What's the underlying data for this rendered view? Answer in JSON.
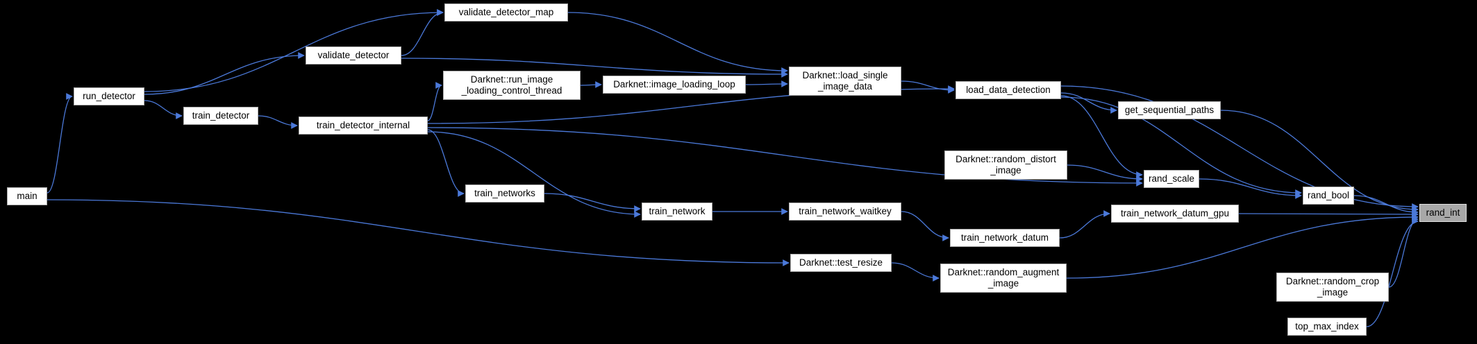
{
  "diagram": {
    "kind": "caller-graph",
    "highlighted_node": "rand_int",
    "colors": {
      "background": "#000000",
      "edge": "#4b79d9",
      "node_fill": "#ffffff",
      "node_border": "#aaaaaa",
      "highlight_fill": "#a8a8a8",
      "highlight_border": "#e0e0e0",
      "text": "#000000"
    },
    "nodes": [
      {
        "id": "main",
        "label": "main"
      },
      {
        "id": "run_detector",
        "label": "run_detector"
      },
      {
        "id": "train_detector",
        "label": "train_detector"
      },
      {
        "id": "validate_detector",
        "label": "validate_detector"
      },
      {
        "id": "validate_detector_map",
        "label": "validate_detector_map"
      },
      {
        "id": "train_detector_internal",
        "label": "train_detector_internal"
      },
      {
        "id": "run_image_loading_control_thread",
        "label": "Darknet::run_image\n_loading_control_thread"
      },
      {
        "id": "image_loading_loop",
        "label": "Darknet::image_loading_loop"
      },
      {
        "id": "load_single_image_data",
        "label": "Darknet::load_single\n_image_data"
      },
      {
        "id": "load_data_detection",
        "label": "load_data_detection"
      },
      {
        "id": "get_sequential_paths",
        "label": "get_sequential_paths"
      },
      {
        "id": "random_distort_image",
        "label": "Darknet::random_distort\n_image"
      },
      {
        "id": "rand_scale",
        "label": "rand_scale"
      },
      {
        "id": "rand_bool",
        "label": "rand_bool"
      },
      {
        "id": "rand_int",
        "label": "rand_int"
      },
      {
        "id": "train_networks",
        "label": "train_networks"
      },
      {
        "id": "train_network",
        "label": "train_network"
      },
      {
        "id": "train_network_waitkey",
        "label": "train_network_waitkey"
      },
      {
        "id": "train_network_datum",
        "label": "train_network_datum"
      },
      {
        "id": "train_network_datum_gpu",
        "label": "train_network_datum_gpu"
      },
      {
        "id": "test_resize",
        "label": "Darknet::test_resize"
      },
      {
        "id": "random_augment_image",
        "label": "Darknet::random_augment\n_image"
      },
      {
        "id": "random_crop_image",
        "label": "Darknet::random_crop\n_image"
      },
      {
        "id": "top_max_index",
        "label": "top_max_index"
      }
    ],
    "edges": [
      {
        "from": "main",
        "to": "run_detector"
      },
      {
        "from": "main",
        "to": "test_resize"
      },
      {
        "from": "run_detector",
        "to": "validate_detector_map"
      },
      {
        "from": "run_detector",
        "to": "validate_detector"
      },
      {
        "from": "run_detector",
        "to": "train_detector"
      },
      {
        "from": "train_detector",
        "to": "train_detector_internal"
      },
      {
        "from": "validate_detector",
        "to": "validate_detector_map"
      },
      {
        "from": "validate_detector",
        "to": "load_single_image_data"
      },
      {
        "from": "validate_detector_map",
        "to": "load_single_image_data"
      },
      {
        "from": "train_detector_internal",
        "to": "run_image_loading_control_thread"
      },
      {
        "from": "train_detector_internal",
        "to": "load_data_detection"
      },
      {
        "from": "train_detector_internal",
        "to": "train_networks"
      },
      {
        "from": "train_detector_internal",
        "to": "train_network"
      },
      {
        "from": "train_detector_internal",
        "to": "rand_scale"
      },
      {
        "from": "run_image_loading_control_thread",
        "to": "image_loading_loop"
      },
      {
        "from": "image_loading_loop",
        "to": "load_single_image_data"
      },
      {
        "from": "load_single_image_data",
        "to": "load_data_detection"
      },
      {
        "from": "load_data_detection",
        "to": "get_sequential_paths"
      },
      {
        "from": "load_data_detection",
        "to": "rand_scale"
      },
      {
        "from": "load_data_detection",
        "to": "rand_bool"
      },
      {
        "from": "load_data_detection",
        "to": "rand_int"
      },
      {
        "from": "get_sequential_paths",
        "to": "rand_int"
      },
      {
        "from": "random_distort_image",
        "to": "rand_scale"
      },
      {
        "from": "rand_scale",
        "to": "rand_bool"
      },
      {
        "from": "rand_bool",
        "to": "rand_int"
      },
      {
        "from": "train_networks",
        "to": "train_network"
      },
      {
        "from": "train_network",
        "to": "train_network_waitkey"
      },
      {
        "from": "train_network_waitkey",
        "to": "train_network_datum"
      },
      {
        "from": "train_network_datum",
        "to": "train_network_datum_gpu"
      },
      {
        "from": "train_network_datum_gpu",
        "to": "rand_int"
      },
      {
        "from": "test_resize",
        "to": "random_augment_image"
      },
      {
        "from": "random_augment_image",
        "to": "rand_int"
      },
      {
        "from": "random_crop_image",
        "to": "rand_int"
      },
      {
        "from": "top_max_index",
        "to": "rand_int"
      }
    ]
  }
}
